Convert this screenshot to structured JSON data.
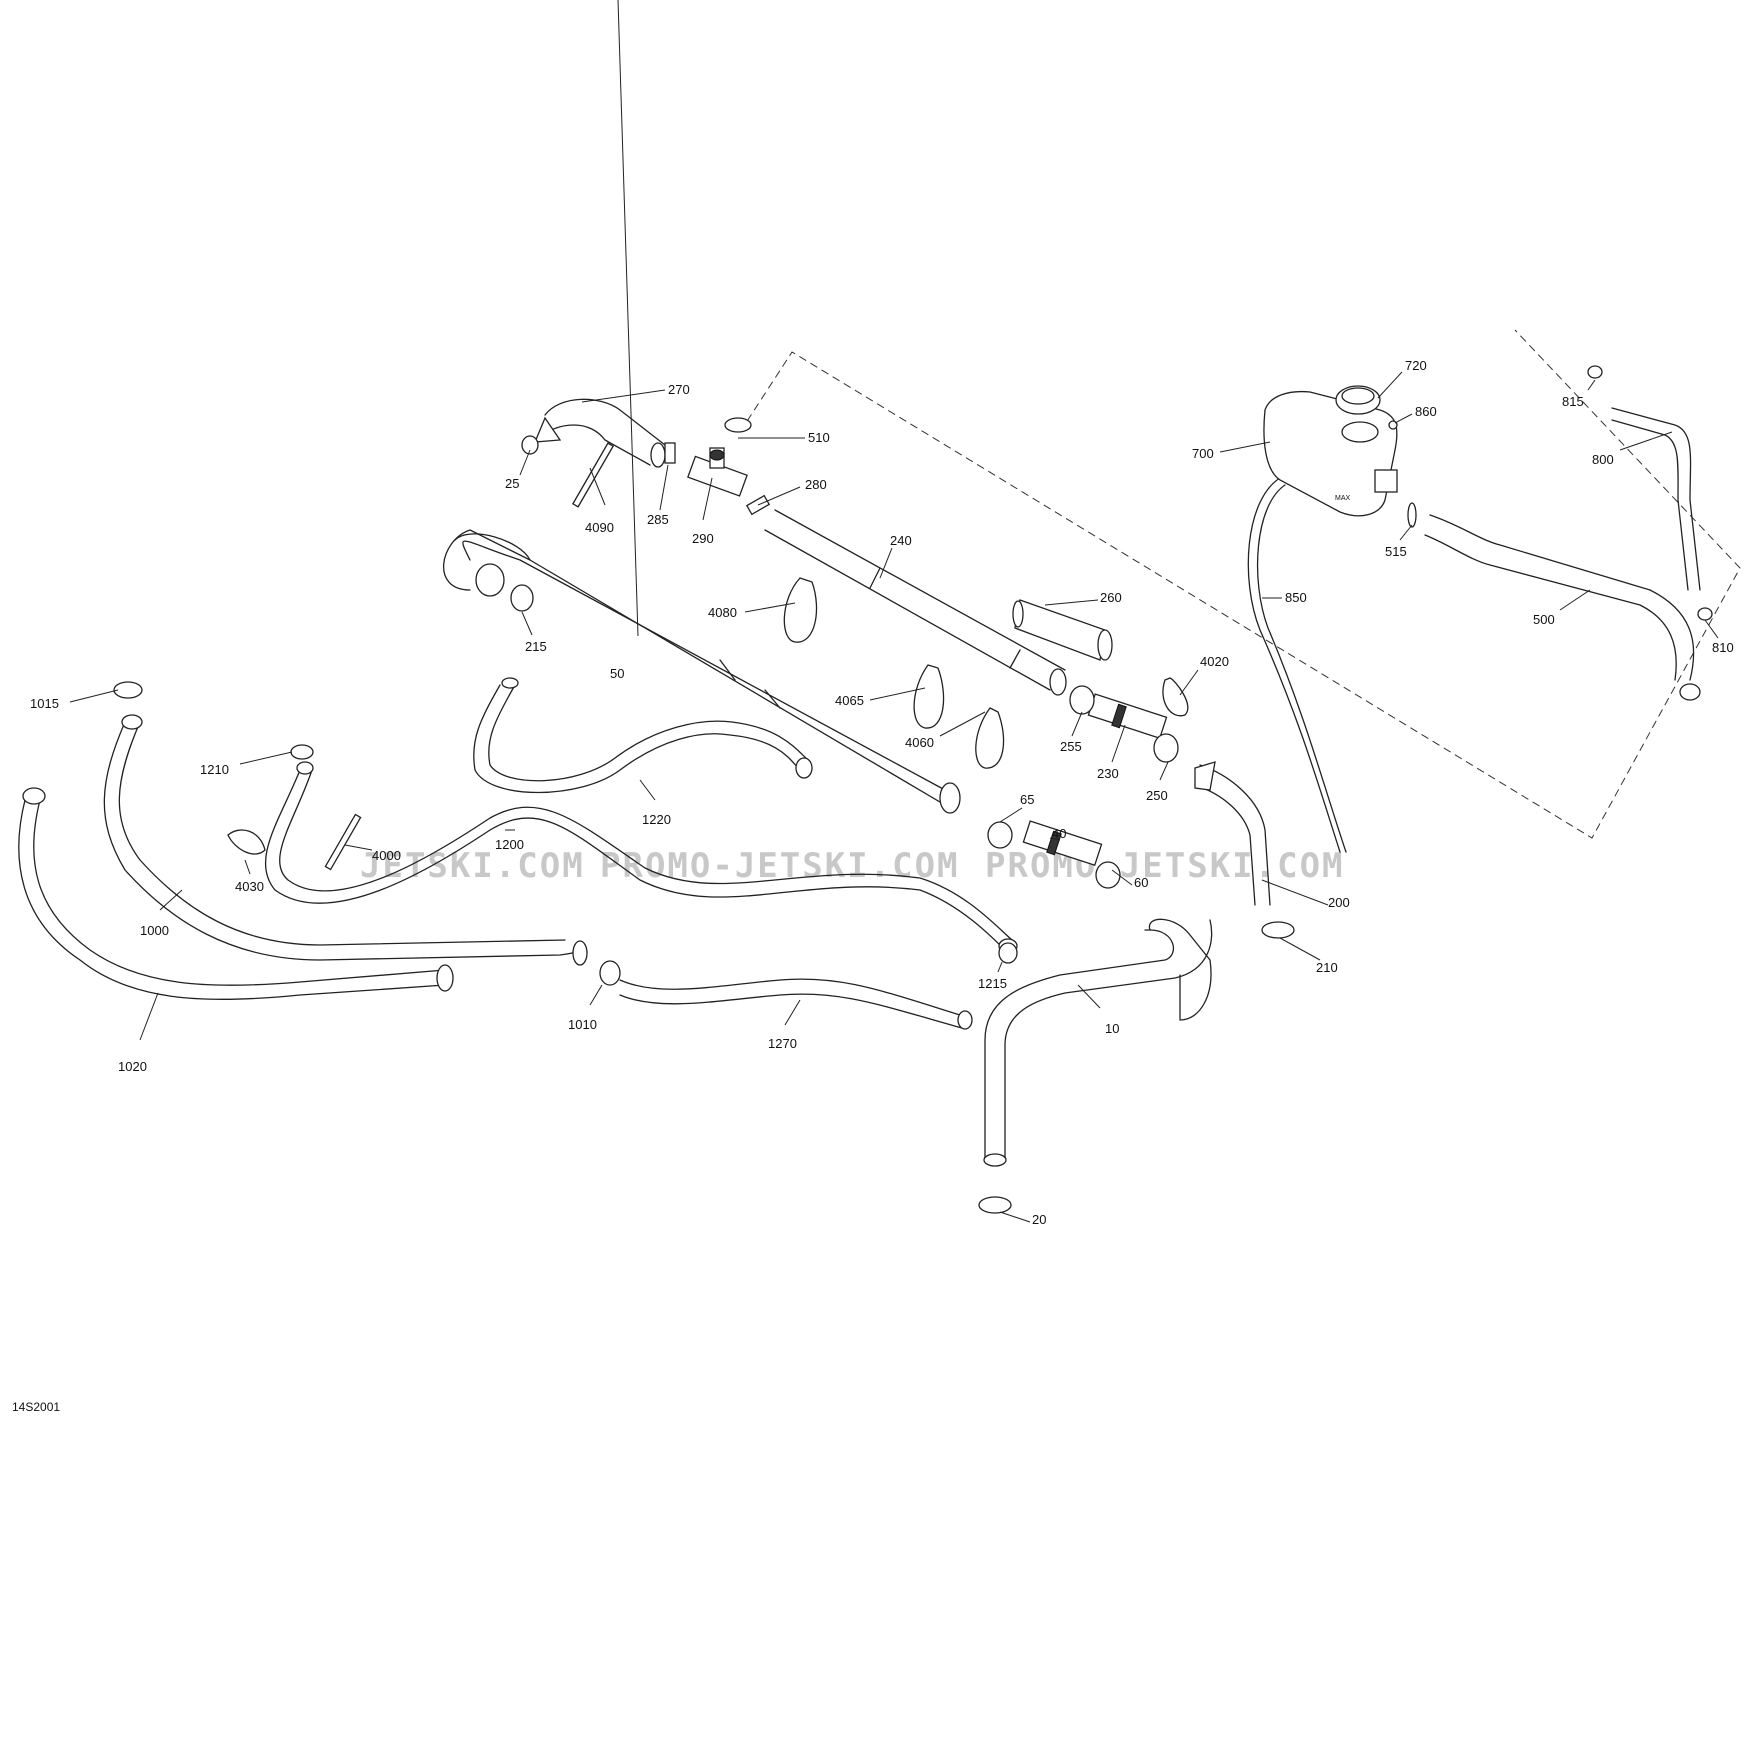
{
  "diagram_code": "14S2001",
  "watermark": "PROMO-JETSKI.COM",
  "watermark_partial": "JETSKI.COM",
  "part_numbers": {
    "p10": "10",
    "p20": "20",
    "p25": "25",
    "p40": "40",
    "p50": "50",
    "p60": "60",
    "p65": "65",
    "p200": "200",
    "p210": "210",
    "p215": "215",
    "p230": "230",
    "p240": "240",
    "p250": "250",
    "p255": "255",
    "p260": "260",
    "p270": "270",
    "p280": "280",
    "p285": "285",
    "p290": "290",
    "p500": "500",
    "p510": "510",
    "p515": "515",
    "p700": "700",
    "p720": "720",
    "p800": "800",
    "p810": "810",
    "p815": "815",
    "p850": "850",
    "p860": "860",
    "p1000": "1000",
    "p1010": "1010",
    "p1015": "1015",
    "p1020": "1020",
    "p1200": "1200",
    "p1210": "1210",
    "p1215": "1215",
    "p1220": "1220",
    "p1270": "1270",
    "p4000": "4000",
    "p4020": "4020",
    "p4030": "4030",
    "p4060": "4060",
    "p4065": "4065",
    "p4080": "4080",
    "p4090": "4090"
  }
}
